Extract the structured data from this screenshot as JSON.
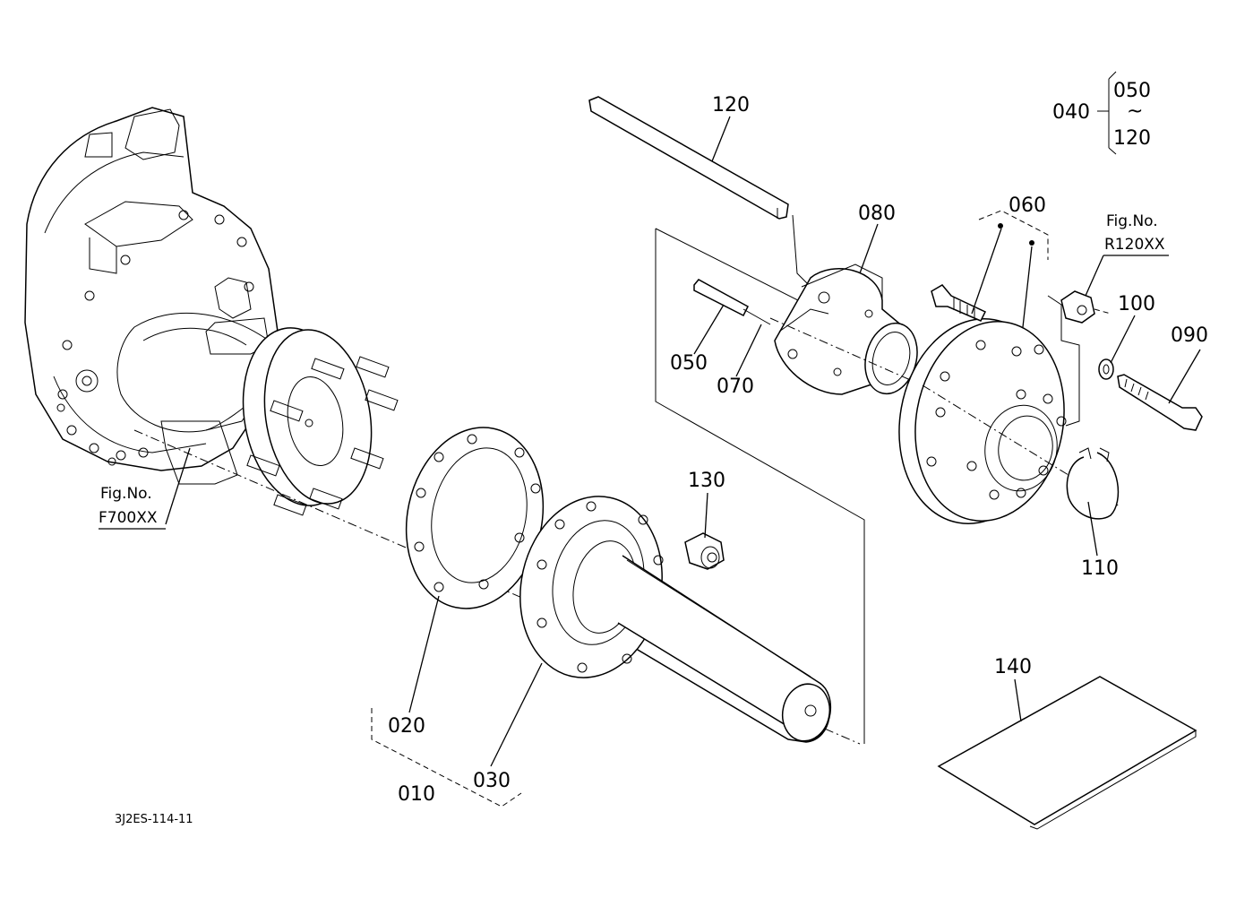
{
  "labels": {
    "p010": "010",
    "p020": "020",
    "p030": "030",
    "p040": "040",
    "p050": "050",
    "p060": "060",
    "p070": "070",
    "p080": "080",
    "p090": "090",
    "p100": "100",
    "p110": "110",
    "p120": "120",
    "p130": "130",
    "p140": "140"
  },
  "group040": {
    "from": "050",
    "tilde": "~",
    "to": "120"
  },
  "fig_refs": {
    "left": {
      "title": "Fig.No.",
      "code": "F700XX"
    },
    "right": {
      "title": "Fig.No.",
      "code": "R120XX"
    }
  },
  "drawing_code": "3J2ES-114-11"
}
